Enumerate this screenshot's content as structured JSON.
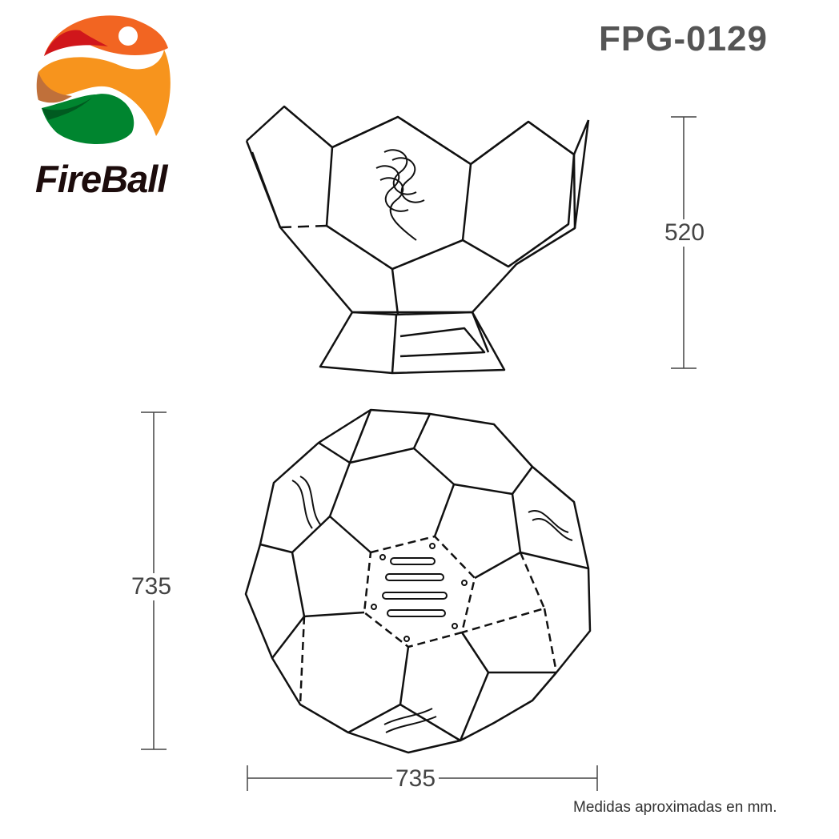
{
  "product_code": "FPG-0129",
  "brand": {
    "name": "FireBall",
    "colors": {
      "red": "#d0161b",
      "orange": "#f7941d",
      "dark_orange": "#f26522",
      "green": "#00852f",
      "brown": "#c0703a"
    }
  },
  "dimensions": {
    "height": "520",
    "depth": "735",
    "width": "735"
  },
  "note": "Medidas aproximadas en mm."
}
